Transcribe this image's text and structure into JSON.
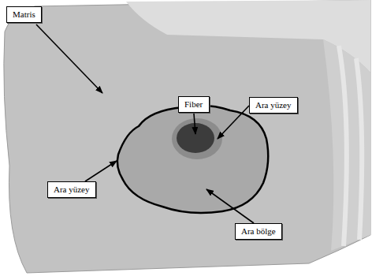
{
  "diagram": {
    "nodes": [
      {
        "text": [
          "Matris"
        ]
      },
      {
        "text": [
          "Fiber"
        ]
      },
      {
        "text": [
          "Ara yüzey"
        ]
      },
      {
        "text": [
          "Ara yüzey"
        ]
      },
      {
        "text": [
          "Ara bölge"
        ]
      }
    ]
  }
}
